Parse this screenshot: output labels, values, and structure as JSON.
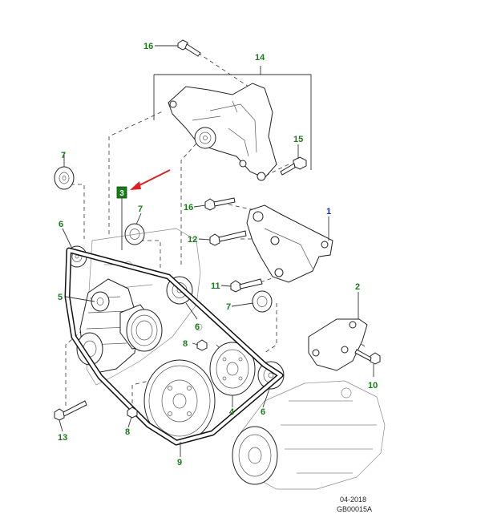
{
  "callouts": {
    "c1": "1",
    "c2": "2",
    "c3": "3",
    "c4": "4",
    "c5": "5",
    "c6a": "6",
    "c6b": "6",
    "c6c": "6",
    "c7a": "7",
    "c7b": "7",
    "c7c": "7",
    "c8a": "8",
    "c8b": "8",
    "c9": "9",
    "c10": "10",
    "c11": "11",
    "c12": "12",
    "c13": "13",
    "c14": "14",
    "c15": "15",
    "c16a": "16",
    "c16b": "16"
  },
  "footer": {
    "date": "04-2018",
    "code": "GB00015A"
  },
  "colors": {
    "callout": "#1a7a1a",
    "callout_highlight": "#1a2fb0",
    "arrow": "#e02020",
    "badge": "#1a7a1a"
  }
}
